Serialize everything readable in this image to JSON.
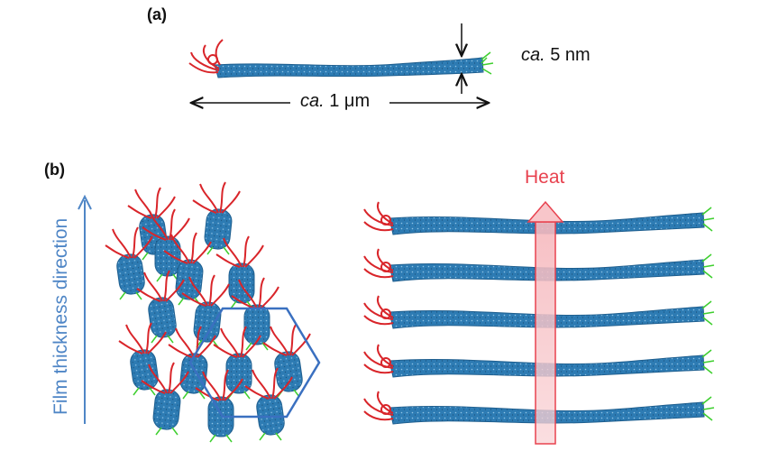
{
  "labels": {
    "panel_a": "(a)",
    "panel_b": "(b)",
    "width_prefix": "ca.",
    "width_value": " 5 nm",
    "length_prefix": "ca.",
    "length_value": " 1 μm",
    "heat": "Heat",
    "film_direction": "Film thickness direction"
  },
  "colors": {
    "rod": "#2d7bb3",
    "rod_dark": "#1f5f8f",
    "chain_red": "#d9252a",
    "chain_green": "#3ecf2e",
    "arrow_blue": "#4f86c6",
    "heat_red": "#e8424f",
    "hexagon": "#3a70c0"
  }
}
